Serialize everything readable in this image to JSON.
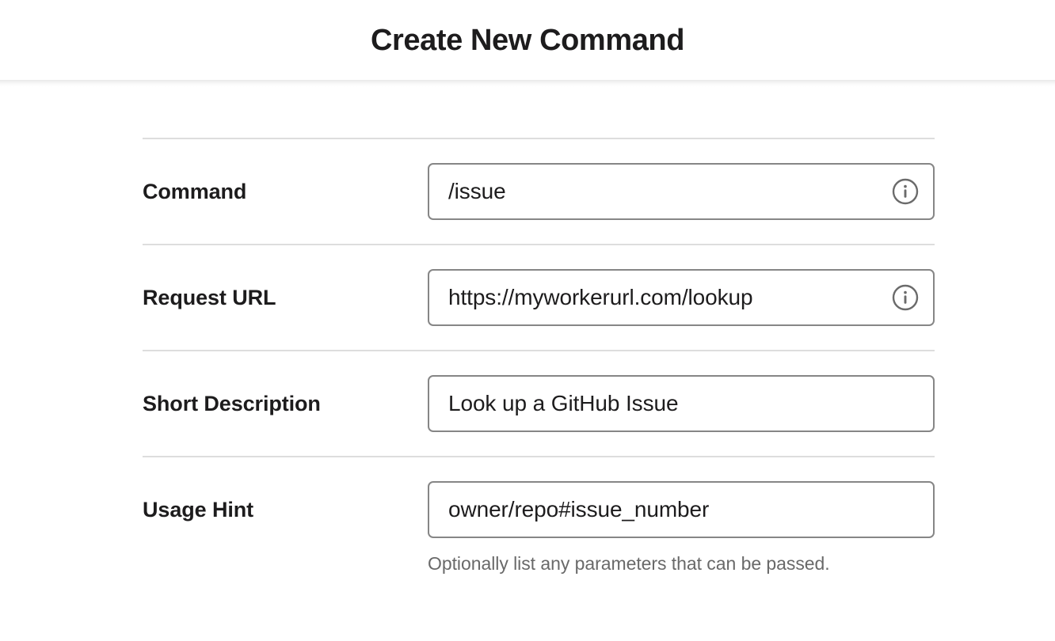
{
  "header": {
    "title": "Create New Command"
  },
  "form": {
    "rows": [
      {
        "label": "Command",
        "value": "/issue",
        "has_info_icon": true,
        "info_icon": "info-circle-icon",
        "helper": ""
      },
      {
        "label": "Request URL",
        "value": "https://myworkerurl.com/lookup",
        "has_info_icon": true,
        "info_icon": "info-circle-icon",
        "helper": ""
      },
      {
        "label": "Short Description",
        "value": "Look up a GitHub Issue",
        "has_info_icon": false,
        "info_icon": "",
        "helper": ""
      },
      {
        "label": "Usage Hint",
        "value": "owner/repo#issue_number",
        "has_info_icon": false,
        "info_icon": "",
        "helper": "Optionally list any parameters that can be passed."
      }
    ]
  },
  "colors": {
    "text": "#1d1c1d",
    "muted_text": "#696969",
    "input_border": "#868686",
    "divider": "#dddddd",
    "background": "#ffffff"
  }
}
